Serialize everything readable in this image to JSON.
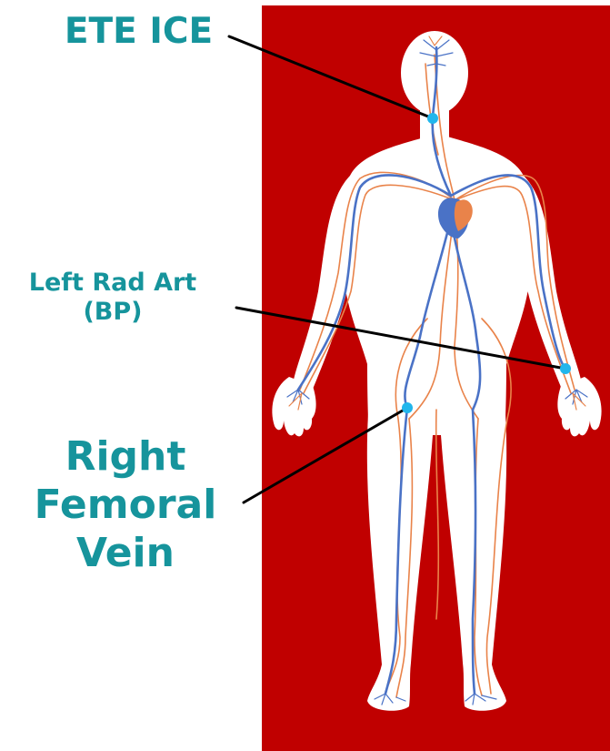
{
  "colors": {
    "panel_background": "#c00000",
    "body_silhouette": "#ffffff",
    "label_text": "#16949c",
    "vein": "#4a72c6",
    "artery": "#e9834a",
    "site_marker": "#21b6ec",
    "leader_line": "#000000"
  },
  "labels": {
    "top": "ETE ICE",
    "middle": [
      "Left Rad Art",
      "(BP)"
    ],
    "bottom": [
      "Right",
      "Femoral",
      "Vein"
    ]
  },
  "figure": {
    "subject": "human body with circulatory system",
    "heart_icon": "heart-icon"
  }
}
